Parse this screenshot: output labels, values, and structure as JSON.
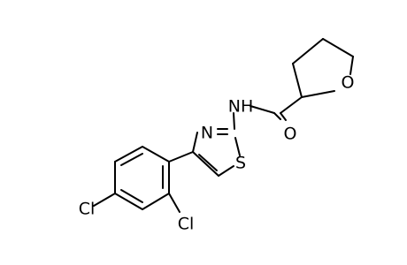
{
  "structure": {
    "atoms": {
      "cl_bottom": "Cl",
      "cl_right": "Cl",
      "thiazole_n": "N",
      "thiazole_s": "S",
      "amide_nh": "NH",
      "carbonyl_o": "O",
      "thf_o": "O"
    }
  }
}
